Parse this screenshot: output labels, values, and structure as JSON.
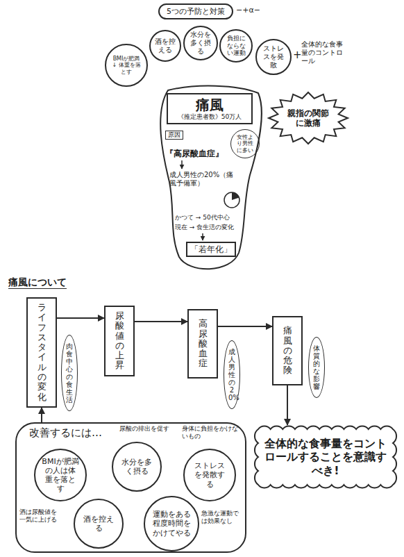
{
  "diagram": {
    "nodes": [
      {
        "text": [
          "5つの予防と対策"
        ]
      },
      {
        "text": [
          "BMIが肥満 ↓ 体重を落とす"
        ]
      },
      {
        "text": [
          "酒を控える"
        ]
      },
      {
        "text": [
          "水分を多く摂る"
        ]
      },
      {
        "text": [
          "負担にならない運動"
        ]
      },
      {
        "text": [
          "ストレスを発散"
        ]
      },
      {
        "text": [
          "『高尿酸血症』",
          "成人男性の20%（痛風予備軍）",
          "かつて → 50代中心",
          "現在 → 食生活の変化"
        ]
      },
      {
        "text": [
          "痛風",
          "《推定患者数》50万人"
        ],
        "in": 6
      },
      {
        "text": [
          "原因"
        ],
        "in": 6
      },
      {
        "text": [
          "女性より男性に多い"
        ],
        "in": 6
      },
      {
        "text": [
          "「若年化」"
        ],
        "in": 6
      },
      {
        "text": [
          "親指の関節に激痛"
        ]
      },
      {
        "text": [
          "ライフスタイルの変化"
        ]
      },
      {
        "text": [
          "肉食中心の食生活"
        ]
      },
      {
        "text": [
          "尿酸値の上昇"
        ]
      },
      {
        "text": [
          "高尿酸血症"
        ]
      },
      {
        "text": [
          "成人男性の20%"
        ]
      },
      {
        "text": [
          "痛風の危険"
        ]
      },
      {
        "text": [
          "体質的な影響"
        ]
      },
      {
        "text": [
          "全体的な食事量をコントロールすることを意識すべき!"
        ]
      },
      {
        "text": [
          "改善するには…"
        ]
      },
      {
        "text": [
          "BMIが肥満の人は体重を落とす"
        ],
        "in": 20
      },
      {
        "text": [
          "水分を多く摂る"
        ],
        "in": 20
      },
      {
        "text": [
          "ストレスを発散する"
        ],
        "in": 20
      },
      {
        "text": [
          "酒を控える"
        ],
        "in": 20
      },
      {
        "text": [
          "運動をある程度時間をかけてやる"
        ],
        "in": 20
      }
    ],
    "edges": [
      {
        "from": 12,
        "to": 14,
        "arrow": "to"
      },
      {
        "from": 14,
        "to": 15,
        "arrow": "to"
      },
      {
        "from": 15,
        "to": 17,
        "arrow": "to"
      },
      {
        "from": 17,
        "to": 19,
        "arrow": "to"
      },
      {
        "from": 20,
        "to": 12,
        "arrow": "to"
      }
    ],
    "labels": [
      "−+α−",
      "+",
      "全体的な食事量のコントロール",
      "痛風について",
      "尿酸の排出を促す",
      "身体に負担をかけないもの",
      "酒は尿酸値を一気に上げる",
      "急激な運動では効果なし"
    ]
  }
}
